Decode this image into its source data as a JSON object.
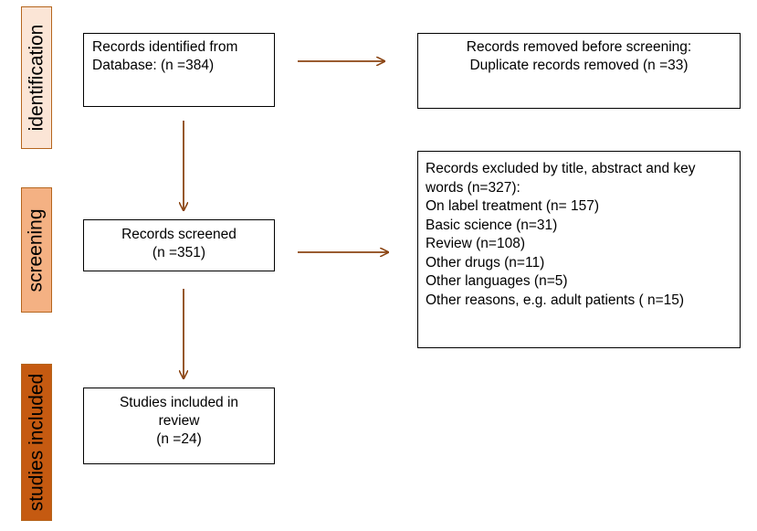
{
  "stages": {
    "identification": "identification",
    "screening": "screening",
    "included": "studies included"
  },
  "boxes": {
    "identified": [
      "Records identified from",
      "Database: (n =384)"
    ],
    "removed": [
      "Records removed before screening:",
      "Duplicate records removed (n =33)"
    ],
    "screened": [
      "Records screened",
      "(n =351)"
    ],
    "excluded": [
      "Records excluded by title, abstract and key",
      "words (n=327):",
      "On label treatment (n= 157)",
      "Basic science (n=31)",
      "Review (n=108)",
      "Other drugs (n=11)",
      "Other languages (n=5)",
      "Other reasons, e.g. adult patients ( n=15)"
    ],
    "included": [
      "Studies included in",
      "review",
      "(n =24)"
    ]
  },
  "colors": {
    "arrow": "#8b4513",
    "stage_identification_fill": "#fbe5d6",
    "stage_screening_fill": "#f4b183",
    "stage_included_fill": "#c55a11",
    "stage_border": "#b5651d"
  }
}
